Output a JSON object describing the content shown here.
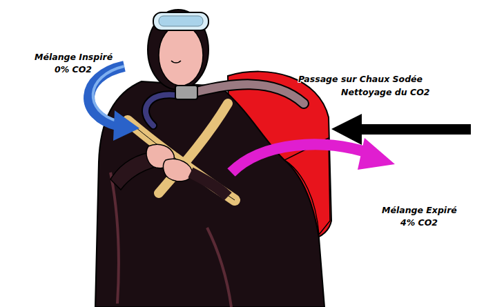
{
  "diagram": {
    "labels": [
      "Mélange Inspiré",
      "0% CO2",
      "Passage sur Chaux Sodée",
      "Nettoyage du CO2",
      "Mélange Expiré",
      "4% CO2"
    ]
  }
}
